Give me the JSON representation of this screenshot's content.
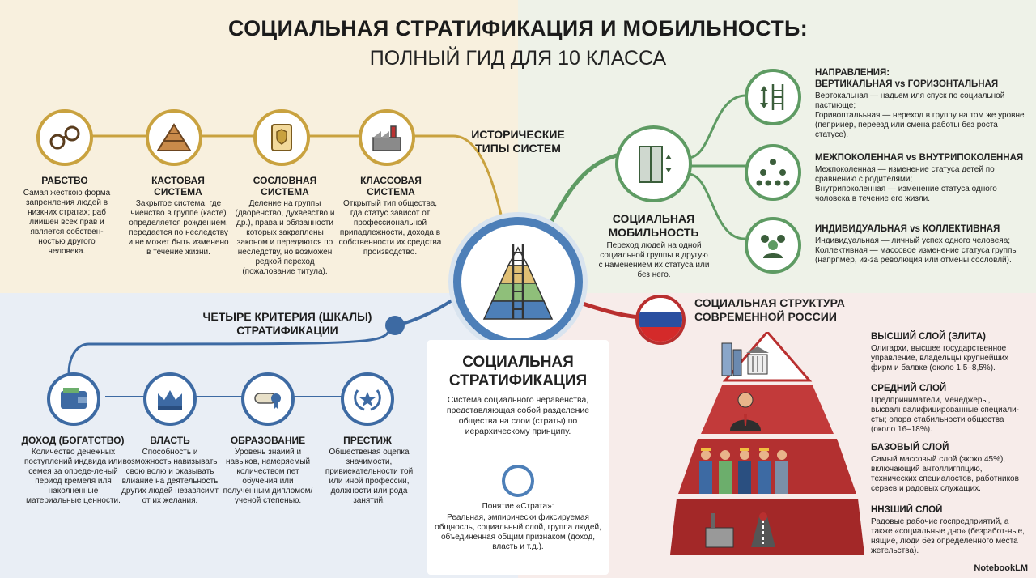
{
  "title": "СОЦИАЛЬНАЯ СТРАТИФИКАЦИЯ И МОБИЛЬНОСТЬ:",
  "subtitle": "ПОЛНЫЙ ГИД ДЛЯ 10 КЛАССА",
  "historical": {
    "label_line1": "ИСТОРИЧЕСКИЕ",
    "label_line2": "ТИПЫ СИСТЕМ",
    "items": [
      {
        "icon": "handcuffs-icon",
        "title": "РАБСТВО",
        "desc": "Самая жесткою форма запренления людей в низкних стратах; раб лиишен всех прав и является собствен-ностью другого человека."
      },
      {
        "icon": "pyramid-bricks-icon",
        "title": "КАСТОВАЯ СИСТЕМА",
        "desc": "Закрытое система, где чиенство в группе (касте) определяется рождением, передается по неследству и не может быть изменено в течение жизни."
      },
      {
        "icon": "scroll-icon",
        "title": "СОСЛОВНАЯ СИСТЕМА",
        "desc": "Деление на группы (дворенство, духвевство и др.), права и обязанности которых закрaплены законом и передаются по неследству, но возможен редкой переход (пожалование титула)."
      },
      {
        "icon": "factory-icon",
        "title": "КЛАССОВАЯ СИСТЕМА",
        "desc": "Открытый тип общества, гда статус зависот от профессиональной припадлежности, дохода в собственности их средства производство."
      }
    ]
  },
  "mobility": {
    "label_line1": "СОЦИАЛЬНАЯ",
    "label_line2": "МОБИЛЬНОСТЬ",
    "desc": "Переход людей на одной социальной группы в другую с наменением их статуса или без него.",
    "types": [
      {
        "icon": "ladder-arrows-icon",
        "title_line1": "НАПРАВЛЕНИЯ:",
        "title_line2": "ВЕРТИКАЛЬНАЯ vs ГОРИЗОНТАЛЬНАЯ",
        "desc1": "Вертокальная — надьем иля спуск по социальной пастиюще;",
        "desc2": "Горивопталььная — нереход в группу на том же уровне (пеприиер, переезд или смена работы без роста статусе)."
      },
      {
        "icon": "family-tree-icon",
        "title_line1": "МЕЖПОКОЛЕННАЯ vs ВНУТРИПОКОЛЕННАЯ",
        "title_line2": "",
        "desc1": "Межпоколенная — изменение статуса детей по сравнению с родителями;",
        "desc2": "Внутрипоколенная — изменение статуса одного чоловека в течение его жизли."
      },
      {
        "icon": "group-icon",
        "title_line1": "ИНДИВИДУАЛЬНАЯ vs КОЛЛЕКТИВНАЯ",
        "title_line2": "",
        "desc1": "Индивидуальная — личный успех одного человеяа;",
        "desc2": "Коллективная — массовое изменение статуса группы (напрпмер, из-за революция или отмены сословлй)."
      }
    ]
  },
  "criteria": {
    "label_line1": "ЧЕТЫРЕ КРИТЕРИЯ (ШКАЛЫ)",
    "label_line2": "СТРАТИФИКАЦИИ",
    "items": [
      {
        "icon": "wallet-icon",
        "title": "ДОХОД (БОГАТСТВО)",
        "desc": "Количество денежных поступлений индвида или семея за опреде-леный период кремеля иля наколненные материальные ценности."
      },
      {
        "icon": "crown-icon",
        "title": "ВЛАСТЬ",
        "desc": "Способность и возможность навизывать свою волю и оказывать влиание на деятельность других людей незавясимт от их желания."
      },
      {
        "icon": "diploma-icon",
        "title": "ОБРАЗОВАНИЕ",
        "desc": "Уровень знаиий и навыков, намеряемый количеством пет обучения или полученным дипломом/ученой степенью."
      },
      {
        "icon": "laurel-star-icon",
        "title": "ПРЕСТИЖ",
        "desc": "Общественая оцепка значимости, привиекательности той или иной профессии, должности или рода занятий."
      }
    ]
  },
  "center": {
    "title_line1": "СОЦИАЛЬНАЯ",
    "title_line2": "СТРАТИФИКАЦИЯ",
    "desc": "Система социального неравенства, представляющая собой разделение общества на слои (страты) по иерархическому принципу.",
    "strata_title": "Понятие «Страта»:",
    "strata_desc": "Реальная, эмпирически фиксируемая общносль, социальный слой, группа людей, объединенная общим признаком (доход, власть и т.д.)."
  },
  "russia": {
    "label_line1": "СОЦИАЛЬНАЯ СТРУКТУРА",
    "label_line2": "СОВРЕМЕННОЙ РОССИИ",
    "flag_colors": [
      "#ffffff",
      "#2a4fa0",
      "#d42a2a"
    ],
    "layers": [
      {
        "icon": "buildings-bank-icon",
        "title": "ВЫСШИЙ СЛОЙ (ЭЛИТА)",
        "desc": "Олигархи, высшее государственное управление, владельцы крупнейших фирм и балвке (около 1,5–8,5%)."
      },
      {
        "icon": "businessman-icon",
        "title": "СРЕДНИЙ СЛОЙ",
        "desc": "Предприниматели, менеджеры, высвалнвалифицированные специали-сты; опора стабильности общества (около 16–18%)."
      },
      {
        "icon": "workers-icon",
        "title": "БАЗОВЫЙ СЛОЙ",
        "desc": "Самый массовый слой (зкоко 45%), включающий антоллигппцию, технических специалостов, работников сервев и радовых служащих."
      },
      {
        "icon": "factory-road-icon",
        "title": "ННЗШИЙ СЛОЙ",
        "desc": "Радовые рабочие госпредприятий, а также «социальные дно» (безработ-ные, нящие, люди без определенного места жетельства)."
      }
    ]
  },
  "colors": {
    "gold": "#c9a23f",
    "green": "#5e9b63",
    "blue": "#3d6aa3",
    "red": "#b92f2f"
  },
  "logo": "NotebookLM"
}
